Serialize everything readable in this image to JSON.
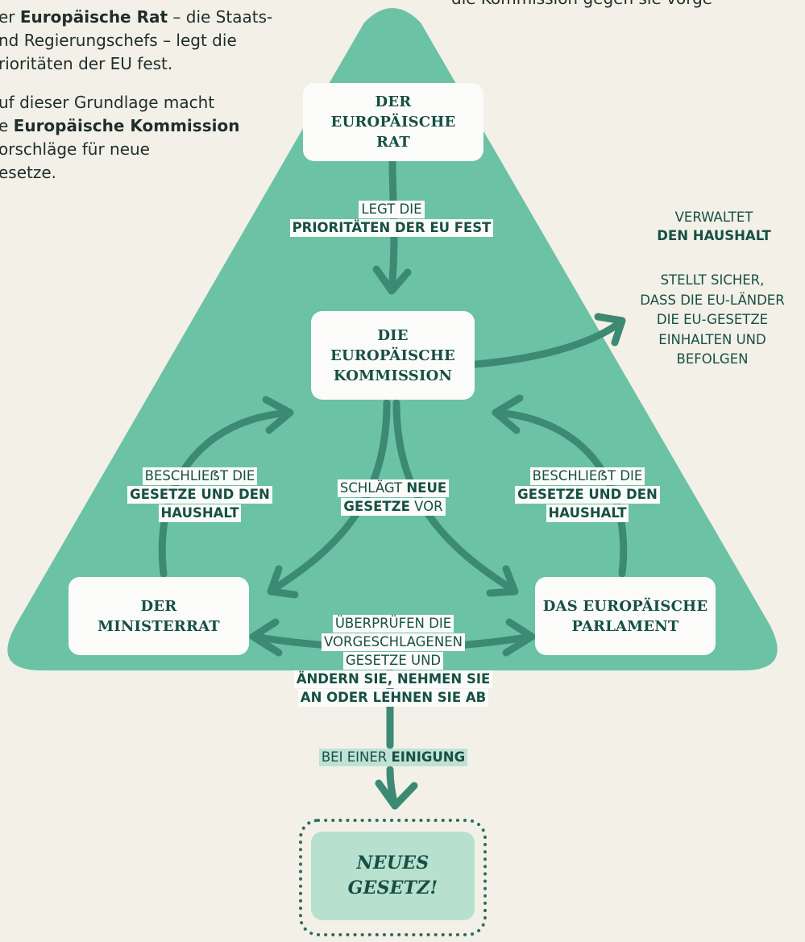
{
  "intro_left": {
    "line1_pre": "er ",
    "line1_bold": "Europäische Rat",
    "line1_post": " – die Staats-",
    "line2": "nd Regierungschefs – legt die",
    "line3": "rioritäten der EU fest.",
    "para2_line1": "uf dieser Grundlage macht",
    "para2_line2_pre": "e ",
    "para2_line2_bold": "Europäische Kommission",
    "para2_line3": "orschläge für neue",
    "para2_line4": "esetze."
  },
  "intro_right": {
    "line": "die Kommission gegen sie vorge"
  },
  "boxes": {
    "rat": [
      "DER",
      "EUROPÄISCHE",
      "RAT"
    ],
    "kommission": [
      "DIE",
      "EUROPÄISCHE",
      "KOMMISSION"
    ],
    "ministerrat": [
      "DER",
      "MINISTERRAT"
    ],
    "parlament": [
      "DAS EUROPÄISCHE",
      "PARLAMENT"
    ],
    "neues_gesetz": [
      "NEUES",
      "GESETZ!"
    ]
  },
  "labels": {
    "prioritaeten_l1": "LEGT DIE",
    "prioritaeten_l2": "PRIORITÄTEN DER EU FEST",
    "beschliesst_l1": "BESCHLIEẞT DIE",
    "beschliesst_l2": "GESETZE UND DEN",
    "beschliesst_l3": "HAUSHALT",
    "vorschlag_l1_pre": "SCHLÄGT ",
    "vorschlag_l1_bold": "NEUE",
    "vorschlag_l2_bold": "GESETZE",
    "vorschlag_l2_post": " VOR",
    "pruefen_l1": "ÜBERPRÜFEN DIE",
    "pruefen_l2": "VORGESCHLAGENEN",
    "pruefen_l3": "GESETZE UND",
    "pruefen_l4": "ÄNDERN SIE, NEHMEN SIE",
    "pruefen_l5": "AN ODER LEHNEN SIE AB",
    "einigung_pre": "BEI EINER ",
    "einigung_bold": "EINIGUNG",
    "verwaltet_l1": "VERWALTET",
    "verwaltet_l2": "DEN HAUSHALT",
    "stellt_l1": "STELLT SICHER,",
    "stellt_l2": "DASS DIE EU-LÄNDER",
    "stellt_l3": "DIE EU-GESETZE",
    "stellt_l4": "EINHALTEN UND",
    "stellt_l5": "BEFOLGEN"
  },
  "colors": {
    "background": "#f3f0e7",
    "triangle": "#6cc2a5",
    "arrow": "#3d8a74",
    "box": "#fbfcf9",
    "box_text": "#174f45",
    "result_box": "#b7e0cf",
    "dotted_frame": "#2f6e5e"
  }
}
